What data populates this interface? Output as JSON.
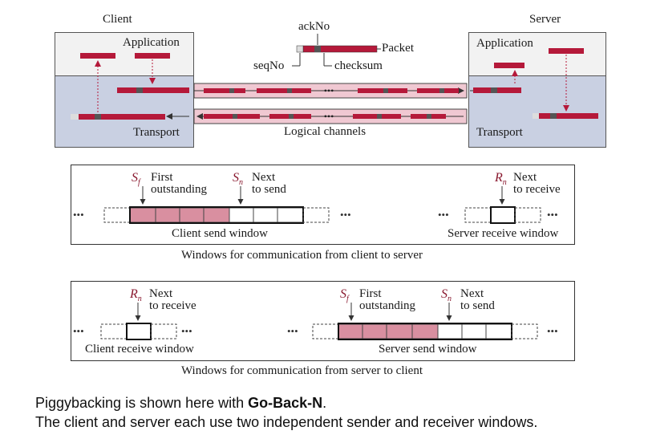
{
  "top_figure": {
    "client_title": "Client",
    "server_title": "Server",
    "client_app_label": "Application",
    "server_app_label": "Application",
    "client_transport_label": "Transport",
    "server_transport_label": "Transport",
    "ackno_label": "ackNo",
    "packet_label": "Packet",
    "seqno_label": "seqNo",
    "checksum_label": "checksum",
    "channels_label": "Logical channels",
    "ellipsis": "•••"
  },
  "client_to_server": {
    "sf_symbol": "S",
    "sf_sub": "f",
    "sf_line1": "First",
    "sf_line2": "outstanding",
    "sn_symbol": "S",
    "sn_sub": "n",
    "sn_line1": "Next",
    "sn_line2": "to send",
    "rn_symbol": "R",
    "rn_sub": "n",
    "rn_line1": "Next",
    "rn_line2": "to receive",
    "send_window_label": "Client send window",
    "receive_window_label": "Server receive window",
    "caption": "Windows for communication from client to server"
  },
  "server_to_client": {
    "rn_symbol": "R",
    "rn_sub": "n",
    "rn_line1": "Next",
    "rn_line2": "to receive",
    "sf_symbol": "S",
    "sf_sub": "f",
    "sf_line1": "First",
    "sf_line2": "outstanding",
    "sn_symbol": "S",
    "sn_sub": "n",
    "sn_line1": "Next",
    "sn_line2": "to send",
    "receive_window_label": "Client receive window",
    "send_window_label": "Server send window",
    "caption": "Windows for communication from server to client"
  },
  "description": {
    "line1_prefix": "Piggybacking is shown here with ",
    "line1_bold": "Go-Back-N",
    "line1_suffix": ".",
    "line2": "The client and server each use two independent sender and receiver windows."
  },
  "colors": {
    "packet_red": "#b5193a",
    "packet_dark": "#5a5a5a",
    "pink_fill": "#f0c8d2",
    "hatched_fill": "#d98fa0",
    "box_blue": "#c7cfe0",
    "box_light": "#f4f4f4"
  }
}
